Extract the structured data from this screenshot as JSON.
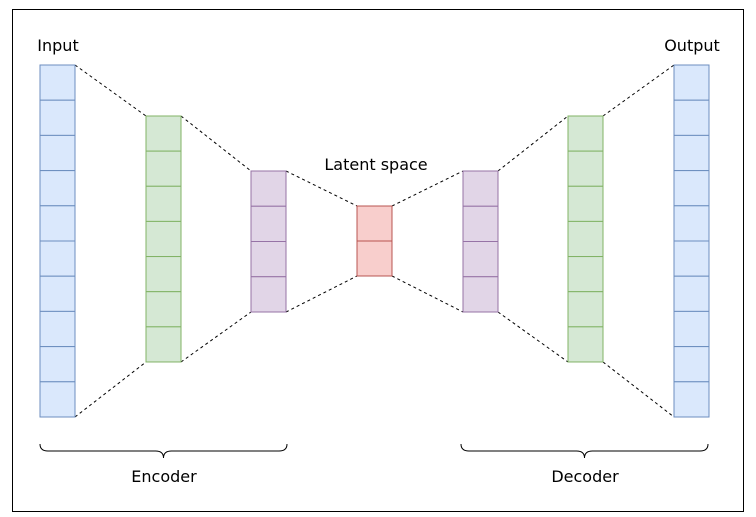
{
  "labels": {
    "input": "Input",
    "output": "Output",
    "latent": "Latent space",
    "encoder": "Encoder",
    "decoder": "Decoder"
  },
  "layers": [
    {
      "role": "input",
      "cells": 10,
      "stroke": "#6c8ebf",
      "fill": "#dae8fc"
    },
    {
      "role": "encoder-hidden-1",
      "cells": 7,
      "stroke": "#82b366",
      "fill": "#d5e8d4"
    },
    {
      "role": "encoder-hidden-2",
      "cells": 4,
      "stroke": "#9673a6",
      "fill": "#e1d5e7"
    },
    {
      "role": "latent",
      "cells": 2,
      "stroke": "#b85450",
      "fill": "#f8cecc"
    },
    {
      "role": "decoder-hidden-1",
      "cells": 4,
      "stroke": "#9673a6",
      "fill": "#e1d5e7"
    },
    {
      "role": "decoder-hidden-2",
      "cells": 7,
      "stroke": "#82b366",
      "fill": "#d5e8d4"
    },
    {
      "role": "output",
      "cells": 10,
      "stroke": "#6c8ebf",
      "fill": "#dae8fc"
    }
  ],
  "colors": {
    "border": "#000000",
    "connector": "#000000",
    "bracket": "#000000"
  }
}
